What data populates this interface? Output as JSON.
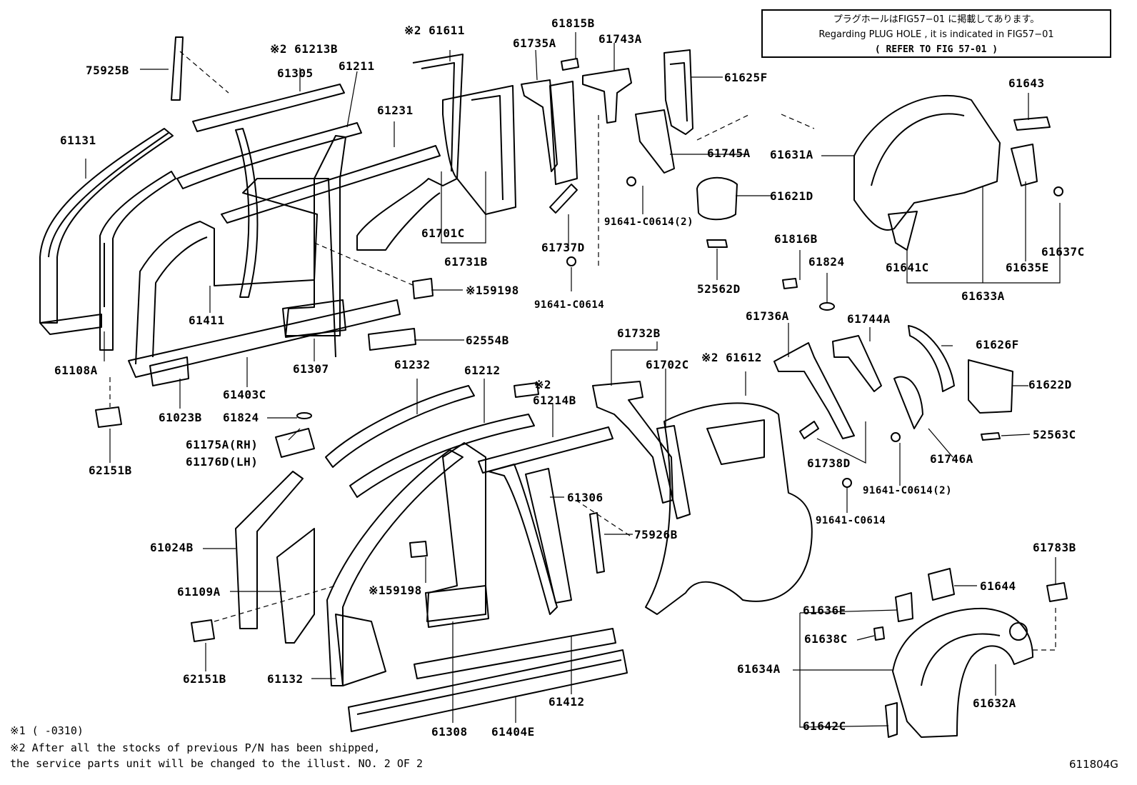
{
  "notice": {
    "line1": "プラグホールはFIG57−01 に掲載してあります。",
    "line2": "Regarding  PLUG HOLE , it is indicated in FIG57−01",
    "line3": "(   REFER TO FIG 57-01  )"
  },
  "part_labels": [
    "75925B",
    "※2 61213B",
    "61305",
    "61211",
    "※2 61611",
    "61815B",
    "61735A",
    "61743A",
    "61625F",
    "61131",
    "61231",
    "61745A",
    "61631A",
    "61643",
    "61621D",
    "91641-C0614(2)",
    "61701C",
    "61731B",
    "61737D",
    "91641-C0614",
    "52562D",
    "61641C",
    "61635E",
    "61637C",
    "61633A",
    "61411",
    "※159198",
    "61816B",
    "61824",
    "62554B",
    "61108A",
    "61307",
    "61403C",
    "61023B",
    "61824",
    "61175A(RH)",
    "61176D(LH)",
    "62151B",
    "61232",
    "61212",
    "※2",
    "61214B",
    "61732B",
    "61702C",
    "※2 61612",
    "61736A",
    "61744A",
    "61626F",
    "61622D",
    "52563C",
    "61738D",
    "61746A",
    "91641-C0614(2)",
    "91641-C0614",
    "61306",
    "75926B",
    "61024B",
    "61109A",
    "※159198",
    "61783B",
    "61644",
    "61636E",
    "61638C",
    "61634A",
    "61632A",
    "61642C",
    "62151B",
    "61132",
    "61412",
    "61308",
    "61404E"
  ],
  "footnotes": {
    "note1": "※1 (     -0310)",
    "note2": "※2 After all the stocks of previous P/N has been shipped,",
    "note3": "    the service parts unit will be changed to the illust. NO. 2 OF 2"
  },
  "figure_number": "611804G"
}
